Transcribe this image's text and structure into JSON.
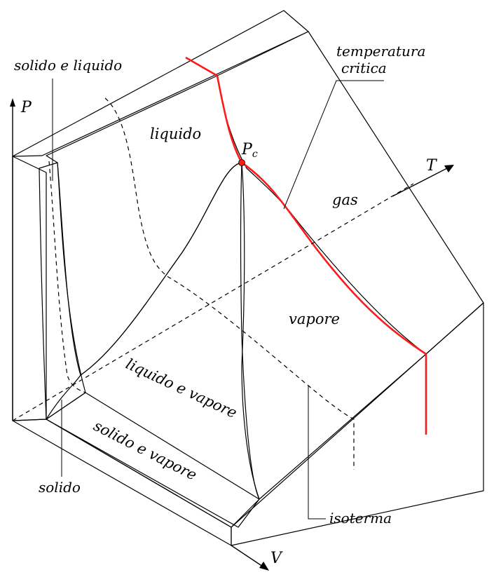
{
  "labels": {
    "p_axis": "P",
    "t_axis": "T",
    "v_axis": "V",
    "solido_e_liquido": "solido e liquido",
    "temperatura": "temperatura",
    "critica": "critica",
    "liquido": "liquido",
    "pc_main": "P",
    "pc_sub": "c",
    "gas": "gas",
    "vapore": "vapore",
    "liquido_e_vapore": "liquido e vapore",
    "solido_e_vapore": "solido e vapore",
    "solido": "solido",
    "isoterma": "isoterma"
  },
  "colors": {
    "liquido": "#00ffff",
    "gas": "#ffff00",
    "vapore": "#ff6600",
    "liquido_e_vapore": "#ccff00",
    "solido_e_vapore": "#00ee00",
    "solido": "#dddd00",
    "block": "#cccccc",
    "critical_line": "#ff1a1a"
  }
}
